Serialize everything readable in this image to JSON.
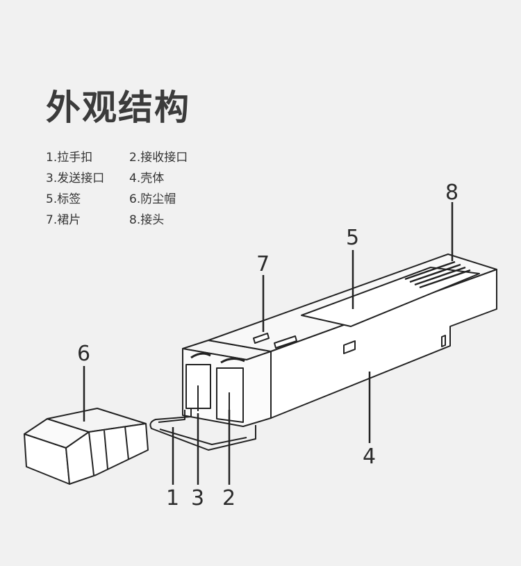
{
  "title": "外观结构",
  "legend": [
    "1.拉手扣",
    "2.接收接口",
    "3.发送接口",
    "4.壳体",
    "5.标签",
    "6.防尘帽",
    "7.裙片",
    "8.接头"
  ],
  "callouts": [
    "1",
    "2",
    "3",
    "4",
    "5",
    "6",
    "7",
    "8"
  ],
  "colors": {
    "outline": "#222222",
    "background": "#f1f1f1",
    "title": "#3b3b3b"
  }
}
